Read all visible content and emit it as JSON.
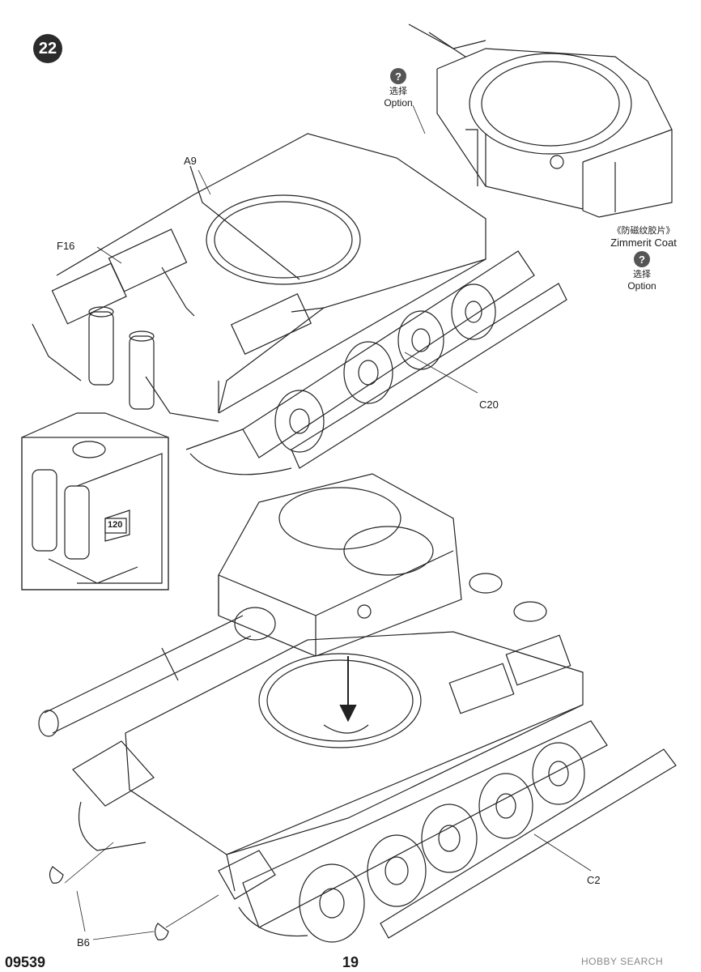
{
  "step": {
    "number": "22"
  },
  "parts": {
    "a9": "A9",
    "f16": "F16",
    "c20": "C20",
    "c2": "C2",
    "b6": "B6"
  },
  "option_top": {
    "cn": "选择",
    "en": "Option",
    "icon": "?"
  },
  "zimmerit": {
    "cn": "《防磁纹胶片》",
    "en": "Zimmerit Coat"
  },
  "option_right": {
    "cn": "选择",
    "en": "Option",
    "icon": "?"
  },
  "inset": {
    "number": "120"
  },
  "footer": {
    "code": "09539",
    "page": "19",
    "watermark": "HOBBY SEARCH"
  }
}
